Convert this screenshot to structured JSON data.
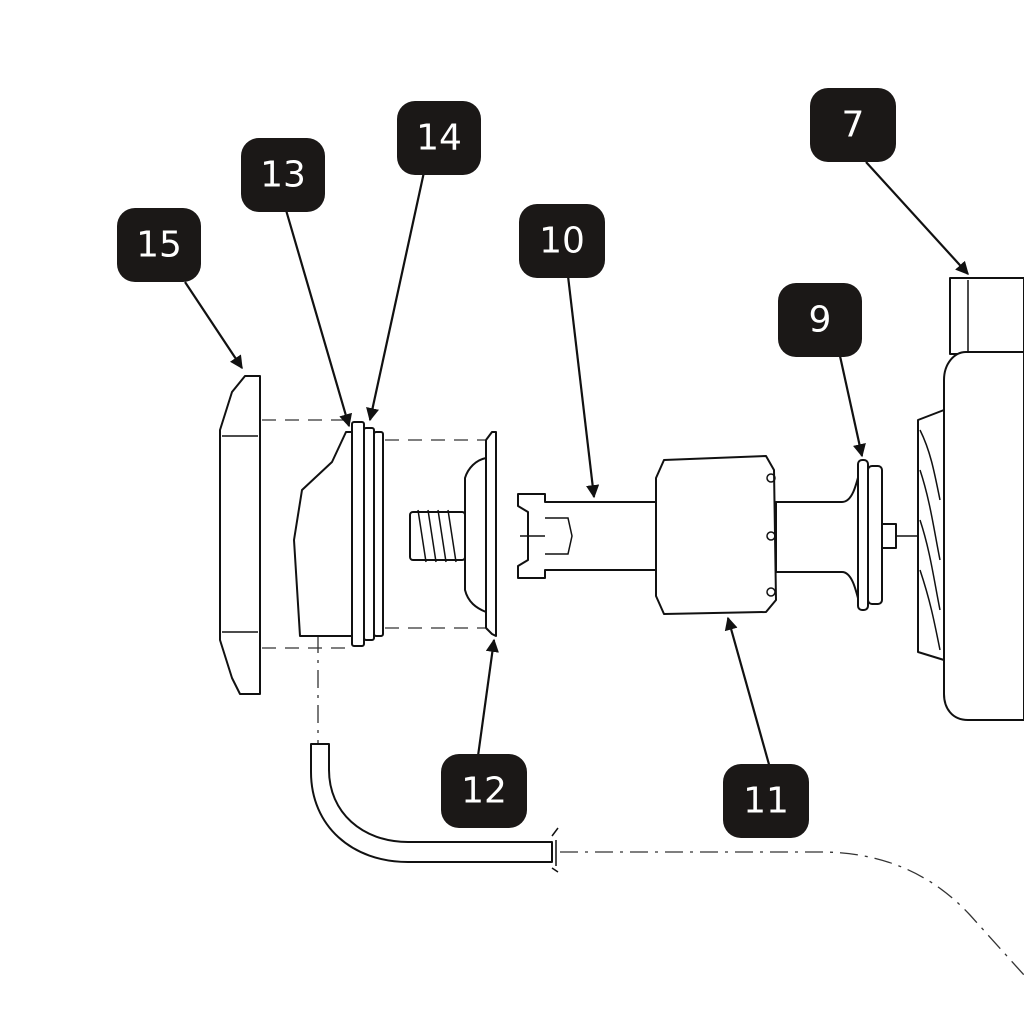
{
  "callouts": [
    {
      "label": "15"
    },
    {
      "label": "13"
    },
    {
      "label": "14"
    },
    {
      "label": "10"
    },
    {
      "label": "7"
    },
    {
      "label": "9"
    },
    {
      "label": "12"
    },
    {
      "label": "11"
    }
  ],
  "colors": {
    "badge": "#1b1817",
    "badge_text": "#ffffff",
    "line": "#111111"
  }
}
